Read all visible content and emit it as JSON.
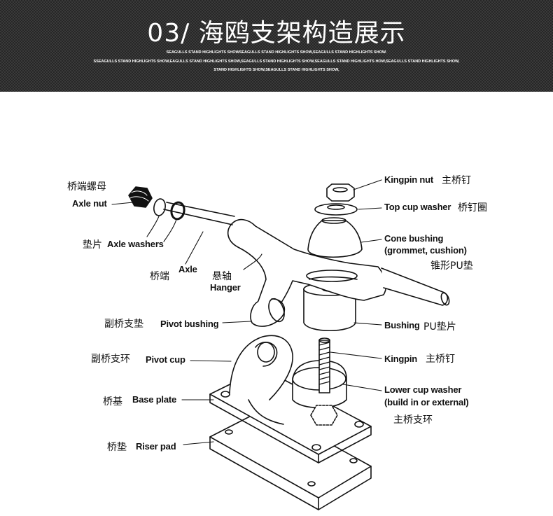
{
  "header": {
    "title": "03/ 海鸥支架构造展示",
    "lines": [
      "SEAGULLS STAND HIGHLIGHTS SHOWSEAGULLS STAND HIGHLIGHTS SHOW,SEAGULLS STAND HIGHLIGHTS SHOW.",
      "SSEAGULLS STAND HIGHLIGHTS SHOW,EAGULLS STAND HIGHLIGHTS SHOW,SEAGULLS STAND HIGHLIGHTS SHOW,SEAGULLS STAND HIGHLIGHTS HOW,SEAGULLS STAND HIGHLIGHTS SHOW,",
      "STAND HIGHLIGHTS SHOW,SEAGULLS STAND HIGHLIGHTS SHOW,"
    ]
  },
  "labels": {
    "axle_nut_cn": "桥端螺母",
    "axle_nut_en": "Axle nut",
    "washers_cn": "垫片",
    "washers_en": "Axle washers",
    "axle_cn": "桥端",
    "axle_en": "Axle",
    "hanger_cn": "悬轴",
    "hanger_en": "Hanger",
    "pivot_bushing_cn": "副桥支垫",
    "pivot_bushing_en": "Pivot bushing",
    "pivot_cup_cn": "副桥支环",
    "pivot_cup_en": "Pivot cup",
    "base_plate_cn": "桥基",
    "base_plate_en": "Base plate",
    "riser_pad_cn": "桥垫",
    "riser_pad_en": "Riser pad",
    "kingpin_nut_en": "Kingpin nut",
    "kingpin_nut_cn": "主桥钉",
    "top_cup_en": "Top cup washer",
    "top_cup_cn": "桥钉圈",
    "cone_en_1": "Cone bushing",
    "cone_en_2": "(grommet, cushion)",
    "cone_cn": "锥形PU垫",
    "bushing_en": "Bushing",
    "bushing_cn": "PU垫片",
    "kingpin_en": "Kingpin",
    "kingpin_cn": "主桥钉",
    "lower_cup_en_1": "Lower cup washer",
    "lower_cup_en_2": "(build in or external)",
    "lower_cup_cn": "主桥支环"
  },
  "colors": {
    "header_bg": "#3b3b3b",
    "ink": "#111111"
  }
}
